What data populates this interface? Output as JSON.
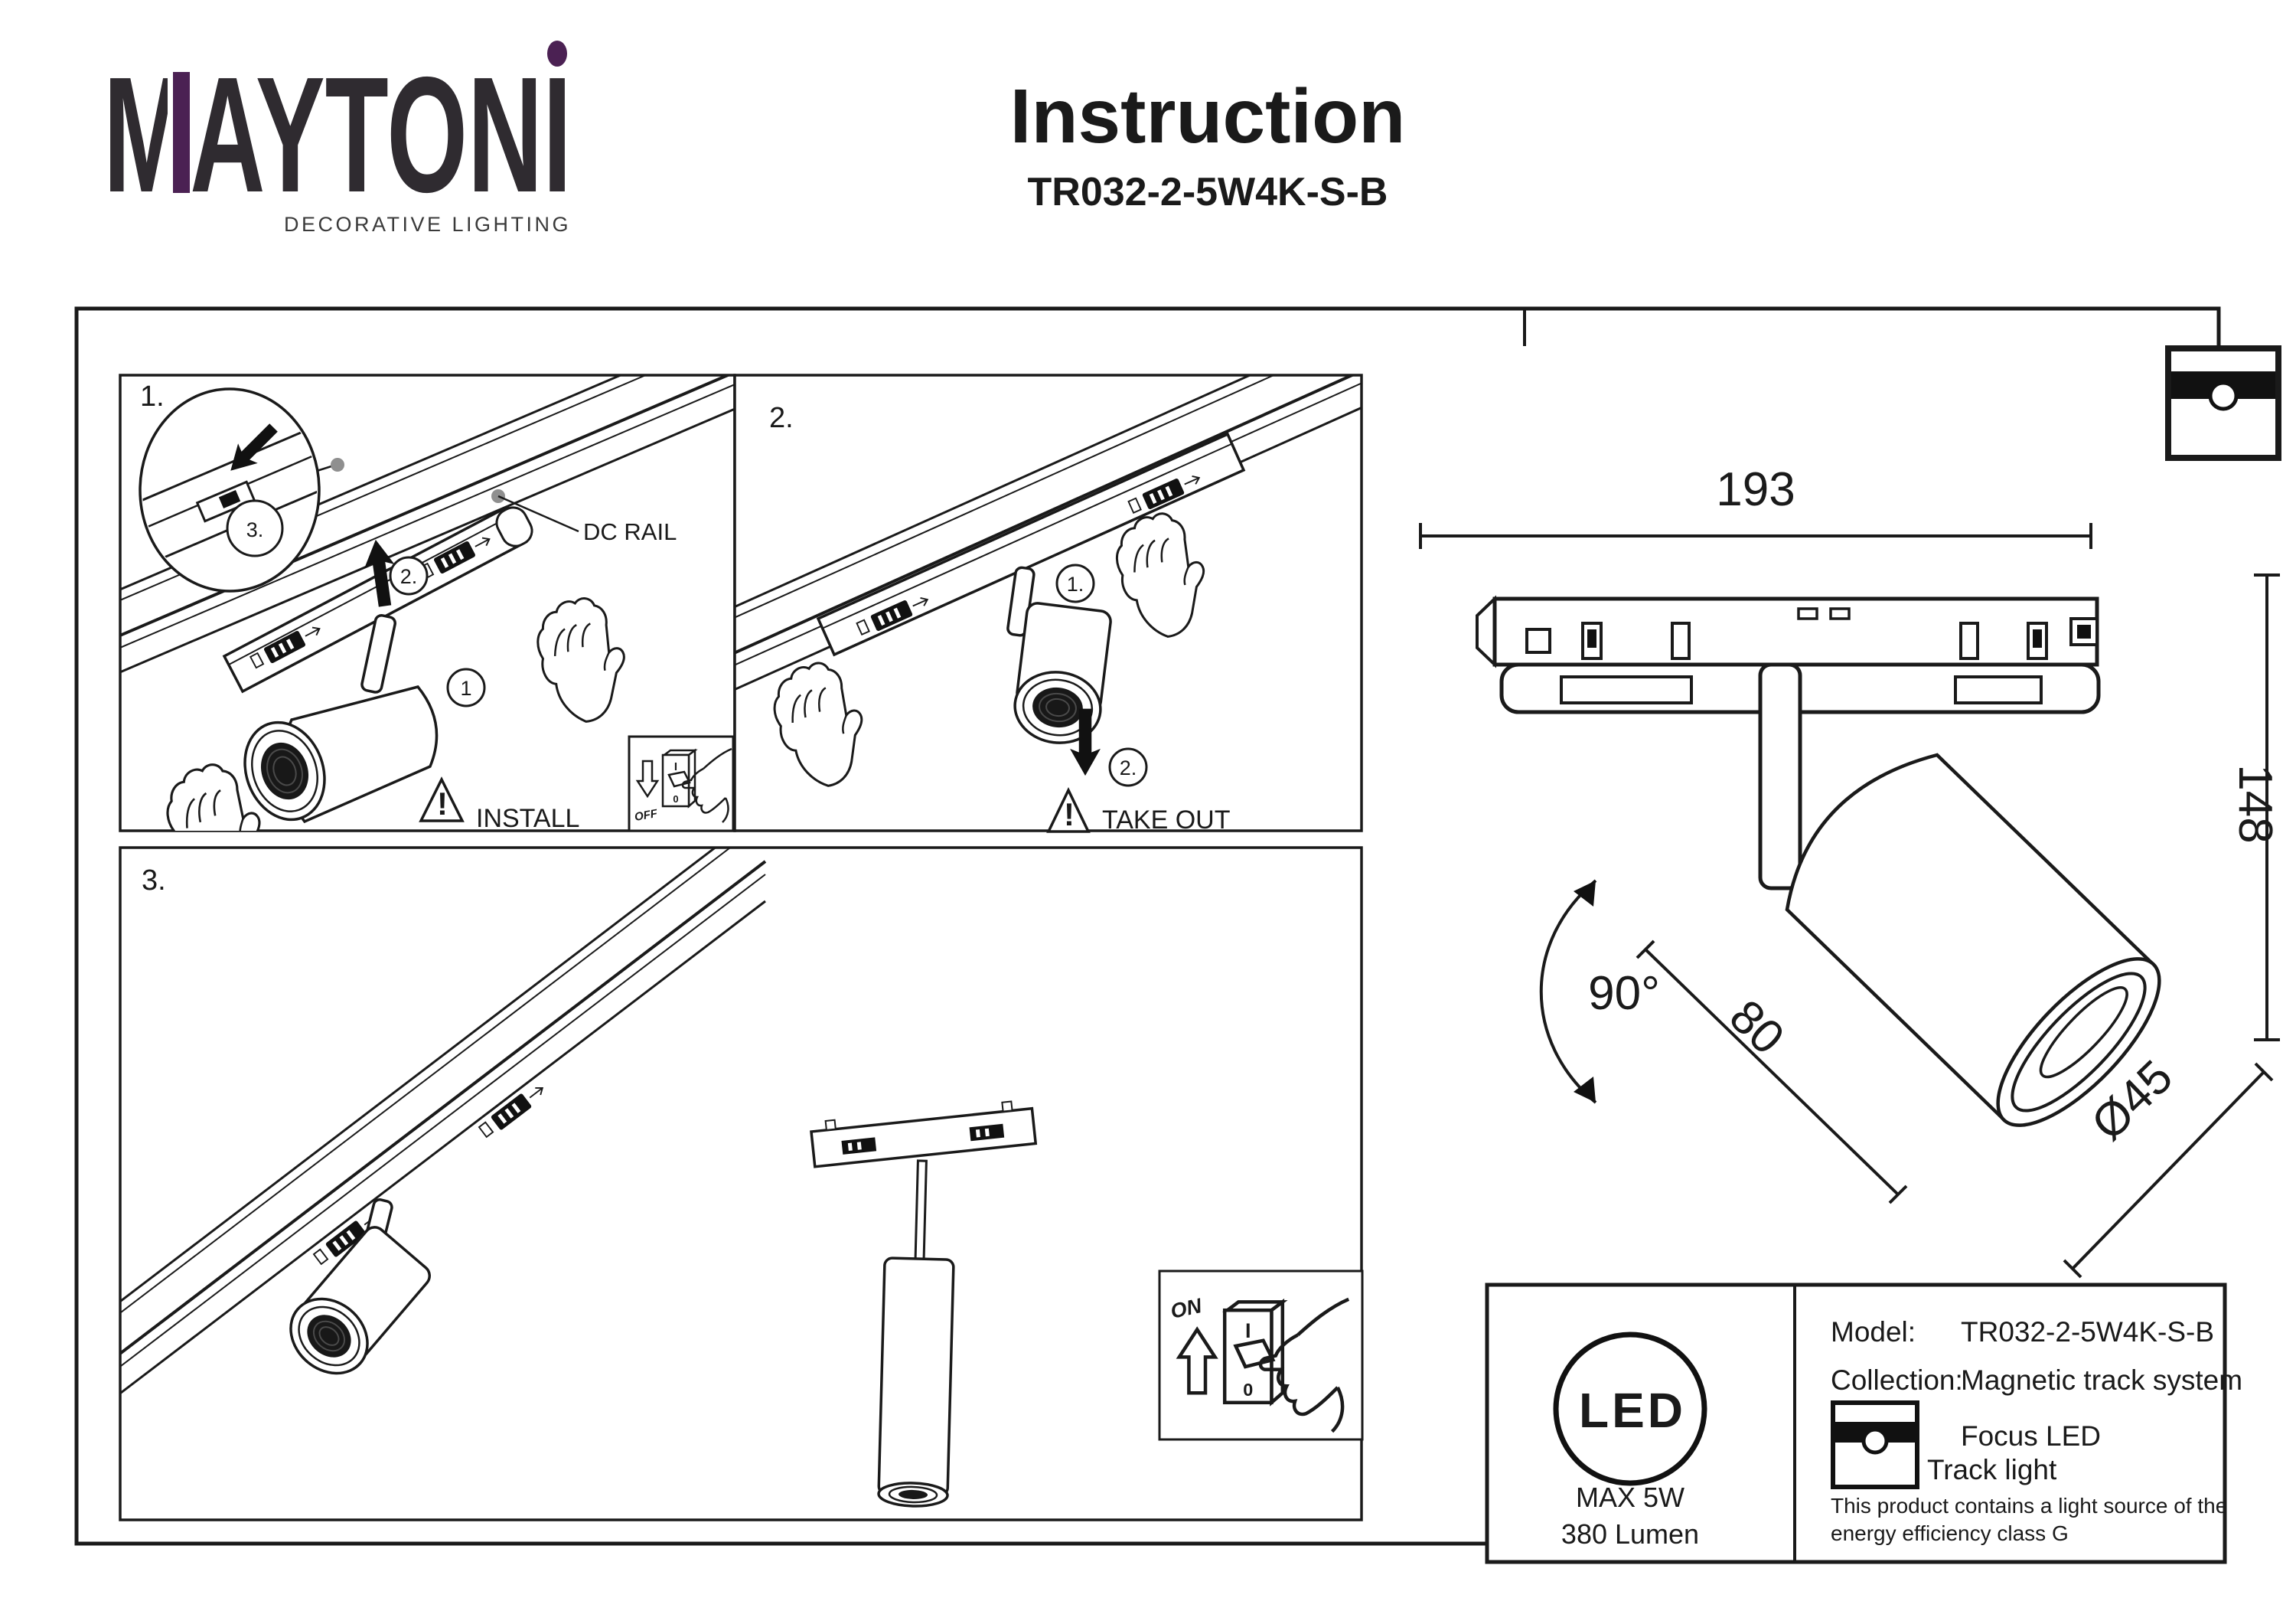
{
  "brand": {
    "name": "MAYTONI",
    "tagline": "DECORATIVE LIGHTING",
    "accent": "#4b2153"
  },
  "doc": {
    "title": "Instruction",
    "model": "TR032-2-5W4K-S-B"
  },
  "steps": {
    "one": {
      "label": "1.",
      "detail_step": "3.",
      "rail_callout": "DC RAIL",
      "lift_step": "2.",
      "hold_step": "1",
      "caution": "INSTALL"
    },
    "two": {
      "label": "2.",
      "hold_step": "1.",
      "pull_step": "2.",
      "caution": "TAKE OUT"
    },
    "three": {
      "label": "3."
    }
  },
  "warning_mark": "!",
  "switches": {
    "off_label": "OFF",
    "on_label": "ON",
    "pos_on": "I",
    "pos_off": "0"
  },
  "dimensions": {
    "track_length": "193",
    "height": "148",
    "rotation": "90°",
    "body_length": "80",
    "diameter": "Ø45"
  },
  "spec": {
    "led": "LED",
    "max_power": "MAX 5W",
    "flux": "380 Lumen",
    "model_label": "Model:",
    "model_value": "TR032-2-5W4K-S-B",
    "collection_label": "Collection:",
    "collection_value": "Magnetic track system",
    "fixture_type_1": "Focus LED",
    "fixture_type_2": "Track light",
    "note_1": "This product contains a light source of the",
    "note_2": "energy efficiency class G"
  }
}
